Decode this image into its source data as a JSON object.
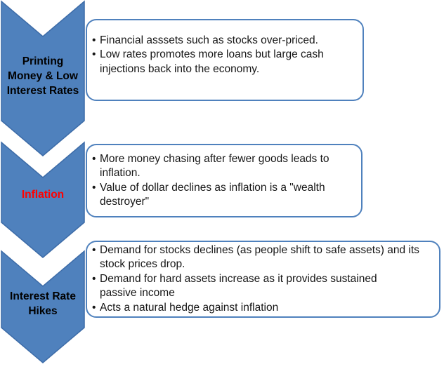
{
  "diagram": {
    "type": "process-flow",
    "background_color": "#ffffff",
    "chevron_fill_color": "#4f81bd",
    "chevron_border_color": "#3d6ca8",
    "box_border_color": "#4f81bd",
    "bullet_glyph": "•",
    "steps": [
      {
        "label": "Printing Money & Low Interest Rates",
        "label_color": "#000000",
        "bullets": [
          "Financial asssets such as stocks over-priced.",
          "Low rates promotes more loans but large cash injections back into the economy."
        ]
      },
      {
        "label": "Inflation",
        "label_color": "#ff0000",
        "bullets": [
          "More money chasing after fewer goods leads to inflation.",
          "Value of dollar declines as inflation is a \"wealth destroyer\""
        ]
      },
      {
        "label": "Interest Rate Hikes",
        "label_color": "#000000",
        "bullets": [
          "Demand for stocks declines (as people shift to safe assets) and its stock prices drop.",
          "Demand for hard assets increase as it provides sustained passive income",
          "Acts a natural hedge against inflation"
        ]
      }
    ]
  }
}
